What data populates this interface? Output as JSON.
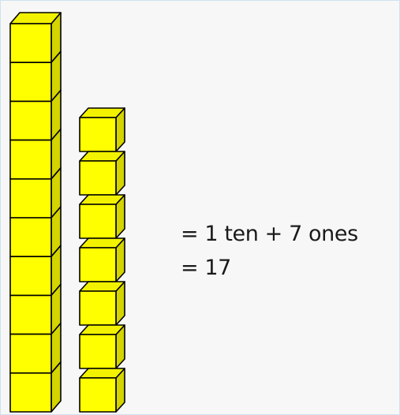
{
  "colors": {
    "cube_front": "#ffff00",
    "cube_top": "#f2f200",
    "cube_side": "#d4d400",
    "cube_outline": "#000000",
    "background": "#f7f7f7",
    "text": "#1a1a1a"
  },
  "ten_rod": {
    "count": 10
  },
  "ones": {
    "count": 7
  },
  "equations": [
    "= 1 ten + 7 ones",
    "= 17"
  ]
}
